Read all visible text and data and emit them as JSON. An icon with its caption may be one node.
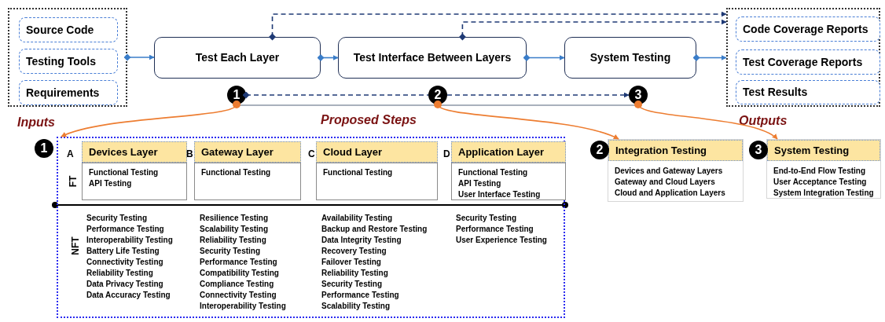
{
  "diagram": {
    "nodes": [
      {
        "text": [],
        "shape": "box",
        "beside": [
          "Inputs"
        ]
      },
      {
        "text": [
          "Source Code"
        ],
        "in": 0
      },
      {
        "text": [
          "Testing Tools"
        ],
        "in": 0
      },
      {
        "text": [
          "Requirements"
        ],
        "in": 0
      },
      {
        "text": [
          "Test Each Layer"
        ]
      },
      {
        "text": [
          "Test Interface Between Layers"
        ]
      },
      {
        "text": [
          "System Testing"
        ]
      },
      {
        "text": [],
        "shape": "box",
        "beside": [
          "Outputs"
        ]
      },
      {
        "text": [
          "Code Coverage Reports"
        ],
        "in": 7
      },
      {
        "text": [
          "Test Coverage Reports"
        ],
        "in": 7
      },
      {
        "text": [
          "Test Results"
        ],
        "in": 7
      },
      {
        "text": [
          "1"
        ]
      },
      {
        "text": [
          "2"
        ]
      },
      {
        "text": [
          "3"
        ]
      },
      {
        "text": [],
        "shape": "box"
      },
      {
        "text": [
          "Devices Layer"
        ],
        "in": 14,
        "beside": [
          "A"
        ]
      },
      {
        "text": [
          "Functional Testing",
          "API Testing"
        ],
        "in": 14
      },
      {
        "text": [
          "Gateway Layer"
        ],
        "in": 14,
        "beside": [
          "B"
        ]
      },
      {
        "text": [
          "Functional Testing"
        ],
        "in": 14
      },
      {
        "text": [
          "Cloud Layer"
        ],
        "in": 14,
        "beside": [
          "C"
        ]
      },
      {
        "text": [
          "Functional Testing"
        ],
        "in": 14
      },
      {
        "text": [
          "Application Layer"
        ],
        "in": 14,
        "beside": [
          "D"
        ]
      },
      {
        "text": [
          "Functional Testing",
          "API Testing",
          "User Interface Testing"
        ],
        "in": 14
      },
      {
        "text": [
          "Integration Testing",
          "Devices and Gateway Layers",
          "Gateway and Cloud Layers",
          "Cloud and Application Layers"
        ]
      },
      {
        "text": [
          "System Testing",
          "End-to-End Flow Testing",
          "User Acceptance Testing",
          "System Integration Testing"
        ]
      },
      {
        "text": [
          "1"
        ]
      },
      {
        "text": [
          "2"
        ]
      },
      {
        "text": [
          "3"
        ]
      }
    ],
    "edges": [
      {
        "from": 0,
        "to": 4,
        "arrow": "to"
      },
      {
        "from": 4,
        "to": 5,
        "arrow": "to"
      },
      {
        "from": 5,
        "to": 6,
        "arrow": "to"
      },
      {
        "from": 6,
        "to": 7,
        "arrow": "to"
      },
      {
        "from": 4,
        "to": 7,
        "arrow": "to",
        "style": "dashed",
        "color": "#1f3a75"
      },
      {
        "from": 5,
        "to": 7,
        "arrow": "to",
        "style": "dashed",
        "color": "#1f3a75"
      },
      {
        "from": 11,
        "to": 12,
        "arrow": "other",
        "style": "dashed",
        "color": "#1f3a75"
      },
      {
        "from": 12,
        "to": 13,
        "arrow": "to",
        "style": "dashed",
        "color": "#1f3a75"
      },
      {
        "from": 11,
        "to": 14,
        "arrow": "to",
        "color": "#ed7d31"
      },
      {
        "from": 12,
        "to": 23,
        "arrow": "to",
        "color": "#ed7d31"
      },
      {
        "from": 13,
        "to": 24,
        "arrow": "to",
        "color": "#ed7d31"
      }
    ],
    "labels": [
      "Proposed Steps",
      "FT",
      "NFT",
      "Security Testing",
      "Performance Testing",
      "Interoperability Testing",
      "Battery Life Testing",
      "Connectivity Testing",
      "Reliability Testing",
      "Data Privacy Testing",
      "Data Accuracy Testing",
      "Resilience Testing",
      "Scalability Testing",
      "Reliability Testing",
      "Security Testing",
      "Performance Testing",
      "Compatibility Testing",
      "Compliance Testing",
      "Connectivity Testing",
      "Interoperability Testing",
      "Availability Testing",
      "Backup and Restore Testing",
      "Data Integrity Testing",
      "Recovery Testing",
      "Failover Testing",
      "Reliability Testing",
      "Security Testing",
      "Performance Testing",
      "Scalability Testing",
      "Security Testing",
      "Performance Testing",
      "User Experience Testing"
    ]
  }
}
